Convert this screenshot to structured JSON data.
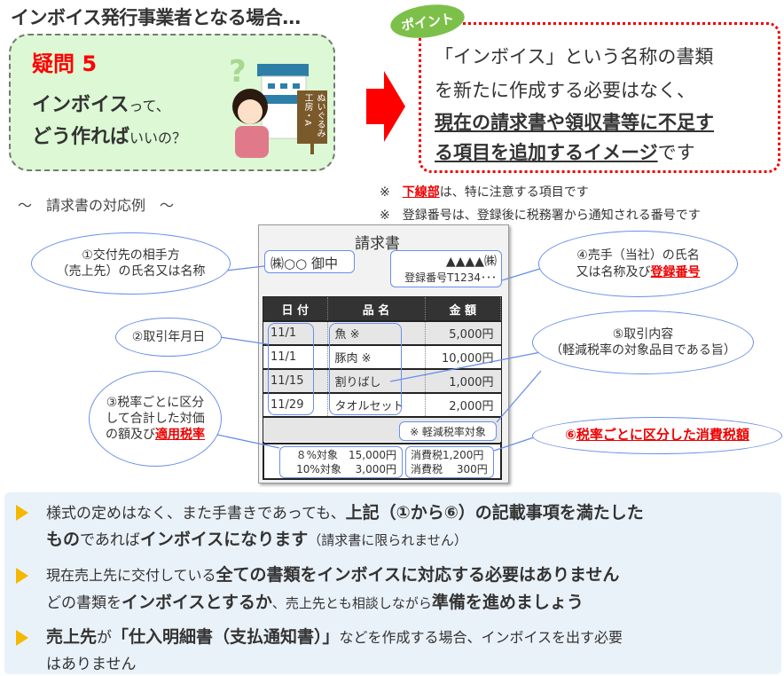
{
  "title": "インボイス発行事業者となる場合…",
  "question": {
    "number": "疑問 5",
    "line1_bold": "インボイス",
    "line1_rest": "って、",
    "line2_bold": "どう作れば",
    "line2_rest": "いいの？",
    "sign": "ぬいぐるみ工房・A"
  },
  "point": {
    "badge": "ポイント",
    "line1": "「インボイス」という名称の書類",
    "line2": "を新たに作成する必要はなく、",
    "line3": "現在の請求書や領収書等に不足す",
    "line4_ul": "る項目を追加するイメージ",
    "line4_rest": "です"
  },
  "notes": [
    {
      "mark": "※",
      "red": "下線部",
      "rest": "は、特に注意する項目です"
    },
    {
      "mark": "※",
      "text": "登録番号は、登録後に税務署から通知される番号です"
    }
  ],
  "example_label": "〜　請求書の対応例　〜",
  "invoice": {
    "title": "請求書",
    "recipient": "㈱○○ 御中",
    "issuer": "▲▲▲▲㈱",
    "reg_no": "登録番号T1234･･･",
    "headers": [
      "日 付",
      "品 名",
      "金 額"
    ],
    "rows": [
      {
        "date": "11/1",
        "item": "魚 ※",
        "amount": "5,000円"
      },
      {
        "date": "11/1",
        "item": "豚肉 ※",
        "amount": "10,000円"
      },
      {
        "date": "11/15",
        "item": "割りばし",
        "amount": "1,000円"
      },
      {
        "date": "11/29",
        "item": "タオルセット",
        "amount": "2,000円"
      }
    ],
    "reduced_note": "※ 軽減税率対象",
    "totals": [
      "８%対象　15,000円",
      "10%対象　 3,000円"
    ],
    "taxes": [
      "消費税1,200円",
      "消費税　 300円"
    ]
  },
  "callouts": {
    "c1": [
      "①交付先の相手方",
      "（売上先）の氏名又は名称"
    ],
    "c2": "②取引年月日",
    "c3": [
      "③税率ごとに区分",
      "して合計した対価",
      "の額及び",
      "適用税率"
    ],
    "c4": [
      "④売手（当社）の氏名",
      "又は名称及び",
      "登録番号"
    ],
    "c5": [
      "⑤取引内容",
      "（軽減税率の対象品目である旨）"
    ],
    "c6_num": "⑥",
    "c6": "税率ごとに区分した消費税額"
  },
  "bullets": [
    {
      "l1a": "様式の定めはなく、また手書きであっても、",
      "l1b": "上記（①から⑥）の記載事項を満たした",
      "l2a": "もの",
      "l2b": "であれば",
      "l2c": "インボイスになります",
      "l2d": "（請求書に限られません）"
    },
    {
      "l1a": "現在売上先に交付している",
      "l1b": "全ての書類をインボイスに対応する必要はありません",
      "l2a": "どの書類を",
      "l2b": "インボイスとするか",
      "l2c": "、売上先とも相談しながら",
      "l2d": "準備を進めましょう"
    },
    {
      "l1a": "売上先",
      "l1b": "が",
      "l1c": "「仕入明細書（支払通知書）」",
      "l1d": "などを作成する場合、インボイスを出す必要",
      "l2a": "はありません"
    }
  ]
}
